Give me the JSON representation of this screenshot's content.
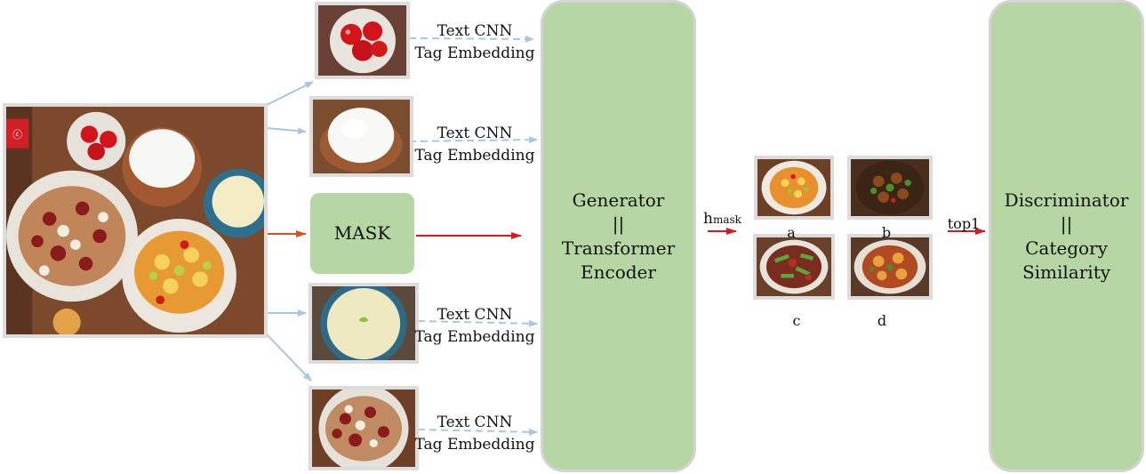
{
  "branch_labels": [
    {
      "line1": "Text CNN",
      "line2": "Tag Embedding"
    },
    {
      "line1": "Text CNN",
      "line2": "Tag Embedding"
    },
    {
      "line1": "Text CNN",
      "line2": "Tag Embedding"
    },
    {
      "line1": "Text CNN",
      "line2": "Tag Embedding"
    }
  ],
  "mask_label": "MASK",
  "generator": {
    "line1": "Generator",
    "line2": "||",
    "line3": "Transformer",
    "line4": "Encoder"
  },
  "hmask": {
    "main": "h",
    "sub": "mask"
  },
  "candidates": [
    "a",
    "b",
    "c",
    "d"
  ],
  "top_label": "top1",
  "discriminator": {
    "line1": "Discriminator",
    "line2": "||",
    "line3": "Category",
    "line4": "Similarity"
  },
  "colors": {
    "green_box": "#b6d7a3",
    "blue_arrow": "#a7c7e3",
    "red_arrow": "#e0151f",
    "orange_arrow": "#d9531e"
  }
}
